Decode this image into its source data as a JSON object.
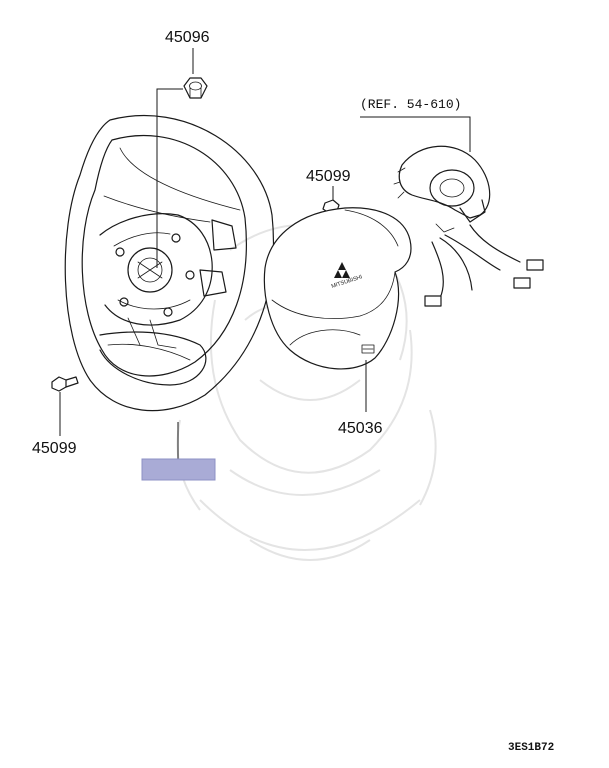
{
  "diagram": {
    "parts": [
      {
        "part_no": "45096"
      },
      {
        "part_no": "45099"
      },
      {
        "part_no": "45099"
      },
      {
        "part_no": "45036"
      }
    ],
    "reference": "(REF. 54-610)",
    "airbag_brand_text": "MITSUBISHI",
    "highlight_color": "#a9abd6",
    "diagram_code": "3ES1B72"
  }
}
